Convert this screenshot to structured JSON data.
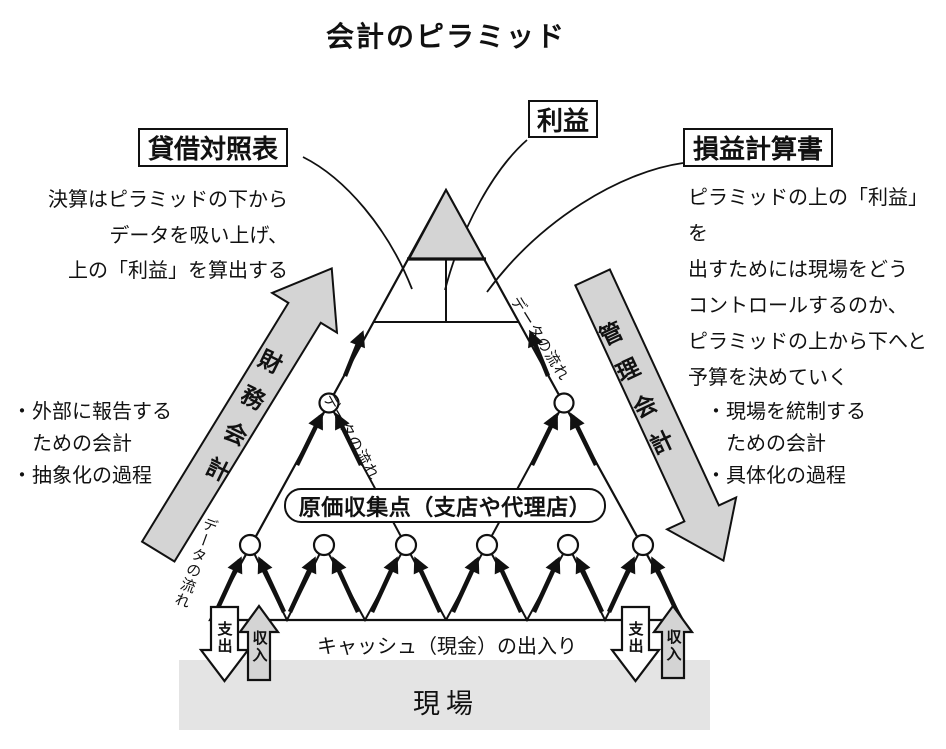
{
  "title": "会計のピラミッド",
  "profit_box": {
    "label": "利益"
  },
  "balance_sheet": {
    "label": "貸借対照表",
    "note": "決算はピラミッドの下から\nデータを吸い上げ、\n上の「利益」を算出する"
  },
  "income_statement": {
    "label": "損益計算書",
    "note": "ピラミッドの上の「利益」を\n出すためには現場をどう\nコントロールするのか、\nピラミッドの上から下へと\n予算を決めていく"
  },
  "financial_accounting": {
    "label": "財務会計",
    "bullets": "・外部に報告する\n　ための会計\n・抽象化の過程"
  },
  "management_accounting": {
    "label": "管理会計",
    "bullets": "・現場を統制する\n　ための会計\n・具体化の過程"
  },
  "data_flow_label": "データの流れ",
  "cost_collection": {
    "label": "原価収集点（支店や代理店）"
  },
  "cash_flow": {
    "label": "キャッシュ（現金）の出入り"
  },
  "expense_label": "支出",
  "income_label": "収入",
  "site": {
    "label": "現場"
  },
  "colors": {
    "ink": "#111111",
    "shape_gray": "#d4d4d4",
    "site_bar_gray": "#e4e4e4"
  }
}
